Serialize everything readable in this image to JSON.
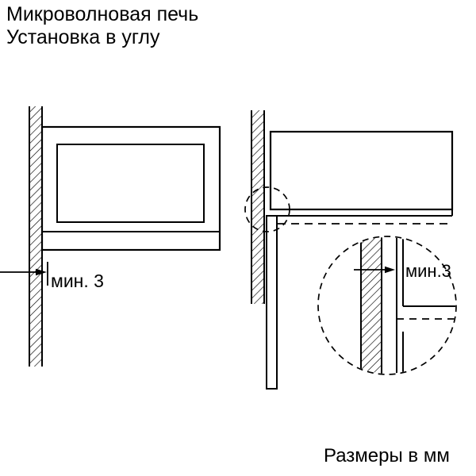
{
  "page": {
    "title_line1": "Микроволновая печь",
    "title_line2": "Установка в углу",
    "footer_note": "Размеры в мм"
  },
  "figure_left": {
    "gap_label": "мин. 3"
  },
  "figure_right": {
    "detail_gap_label": "мин.3"
  },
  "colors": {
    "ink": "#000000",
    "background": "#ffffff"
  }
}
